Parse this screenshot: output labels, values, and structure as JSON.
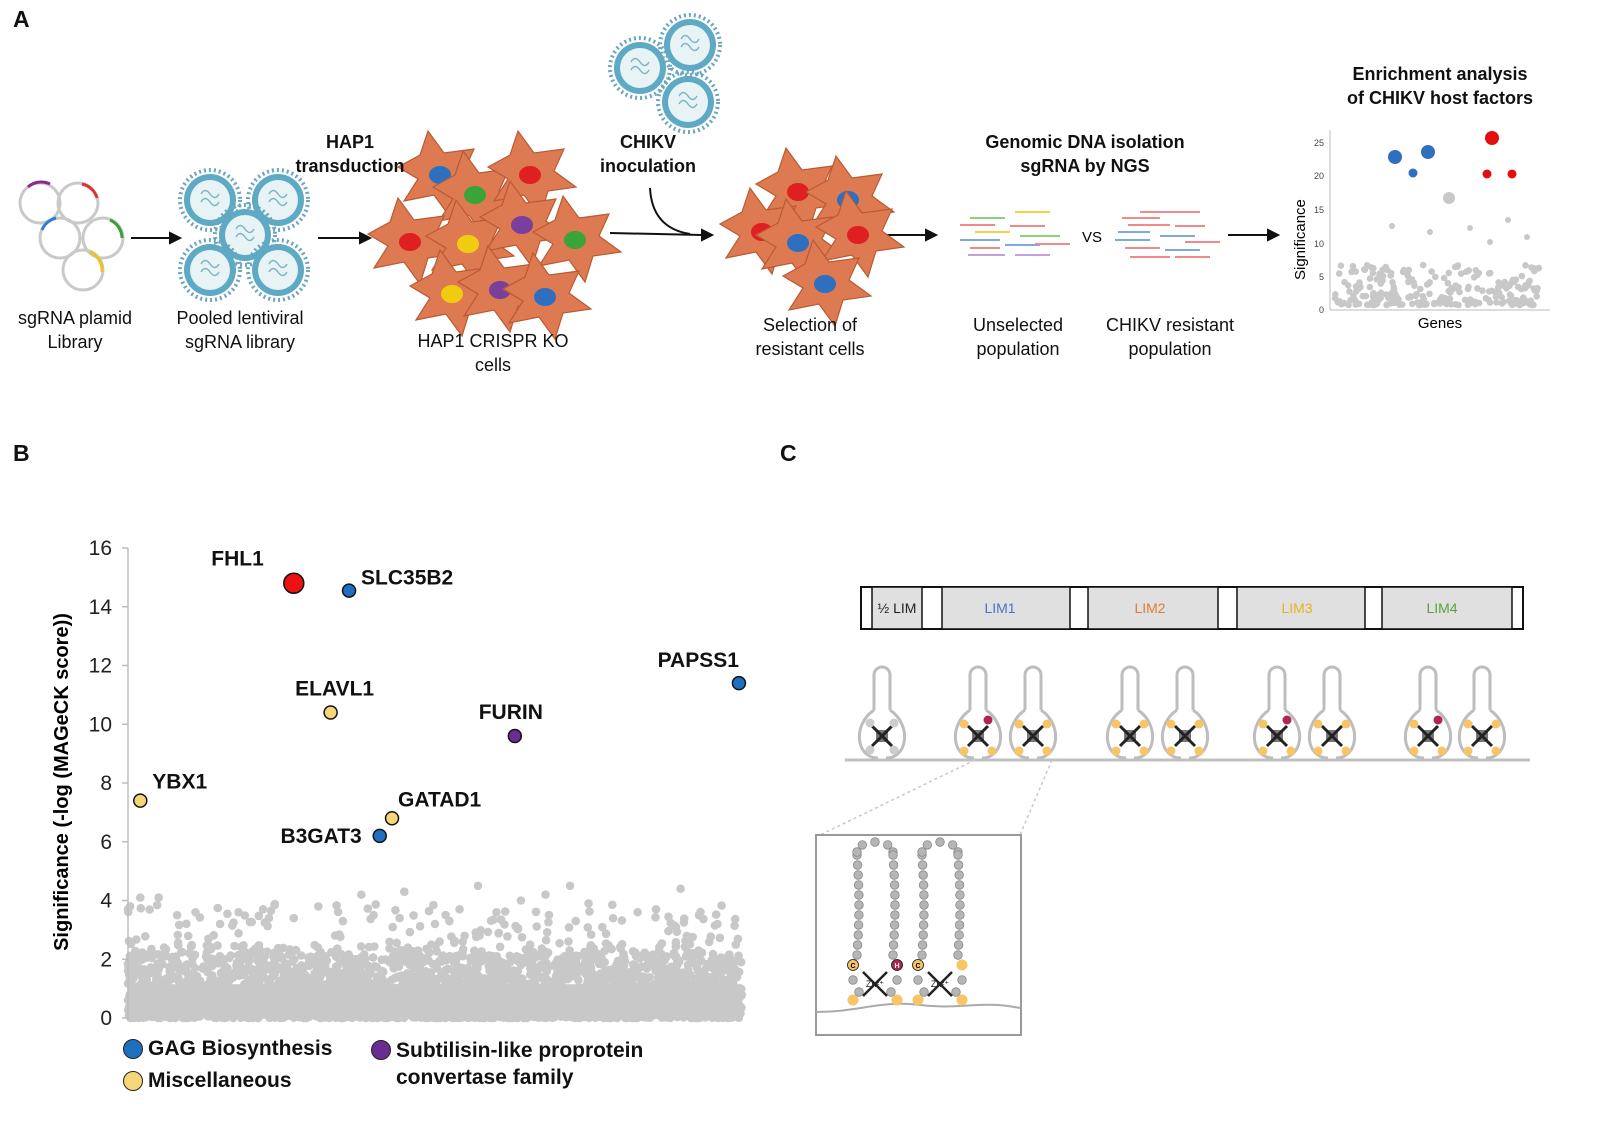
{
  "panels": {
    "a": "A",
    "b": "B",
    "c": "C"
  },
  "panel_a": {
    "plasmid_label": "sgRNA plamid\nLibrary",
    "lentiviral_label": "Pooled lentiviral\nsgRNA library",
    "transduction_label": "HAP1\ntransduction",
    "ko_cells_label": "HAP1 CRISPR KO\ncells",
    "inoculation_label": "CHIKV\ninoculation",
    "selection_label": "Selection of\nresistant cells",
    "ngs_label": "Genomic DNA isolation\nsgRNA by NGS",
    "vs_label": "VS",
    "unselected_label": "Unselected\npopulation",
    "resistant_label": "CHIKV resistant\npopulation",
    "enrichment_title": "Enrichment analysis\nof CHIKV host factors",
    "mini_chart": {
      "ylabel": "Significance",
      "xlabel": "Genes",
      "yticks": [
        "0",
        "5",
        "10",
        "15",
        "20",
        "25"
      ]
    }
  },
  "chart_data": {
    "type": "scatter",
    "ylabel": "Significance (-log (MAGeCK score))",
    "xlabel": "",
    "ylim": [
      0,
      16
    ],
    "yticks": [
      "0",
      "2",
      "4",
      "6",
      "8",
      "10",
      "12",
      "14",
      "16"
    ],
    "highlighted_genes": [
      {
        "gene": "FHL1",
        "x": 0.27,
        "y": 14.8,
        "category": "FHL1"
      },
      {
        "gene": "SLC35B2",
        "x": 0.36,
        "y": 14.55,
        "category": "GAG Biosynthesis"
      },
      {
        "gene": "PAPSS1",
        "x": 0.995,
        "y": 11.4,
        "category": "GAG Biosynthesis"
      },
      {
        "gene": "ELAVL1",
        "x": 0.33,
        "y": 10.4,
        "category": "Miscellaneous"
      },
      {
        "gene": "FURIN",
        "x": 0.63,
        "y": 9.6,
        "category": "Subtilisin-like proprotein convertase family"
      },
      {
        "gene": "YBX1",
        "x": 0.02,
        "y": 7.4,
        "category": "Miscellaneous"
      },
      {
        "gene": "GATAD1",
        "x": 0.43,
        "y": 6.8,
        "category": "Miscellaneous"
      },
      {
        "gene": "B3GAT3",
        "x": 0.41,
        "y": 6.2,
        "category": "GAG Biosynthesis"
      }
    ],
    "background_points": [
      {
        "x": 0.0,
        "y": 3.7
      },
      {
        "x": 0.02,
        "y": 4.1
      },
      {
        "x": 0.05,
        "y": 4.1
      },
      {
        "x": 0.08,
        "y": 3.5
      },
      {
        "x": 0.11,
        "y": 3.6
      },
      {
        "x": 0.15,
        "y": 3.2
      },
      {
        "x": 0.18,
        "y": 3.6
      },
      {
        "x": 0.22,
        "y": 3.7
      },
      {
        "x": 0.27,
        "y": 3.4
      },
      {
        "x": 0.31,
        "y": 3.8
      },
      {
        "x": 0.35,
        "y": 3.3
      },
      {
        "x": 0.38,
        "y": 4.2
      },
      {
        "x": 0.4,
        "y": 3.5
      },
      {
        "x": 0.45,
        "y": 4.3
      },
      {
        "x": 0.5,
        "y": 3.2
      },
      {
        "x": 0.54,
        "y": 3.7
      },
      {
        "x": 0.57,
        "y": 4.5
      },
      {
        "x": 0.6,
        "y": 3.6
      },
      {
        "x": 0.64,
        "y": 4.0
      },
      {
        "x": 0.68,
        "y": 4.2
      },
      {
        "x": 0.72,
        "y": 4.5
      },
      {
        "x": 0.75,
        "y": 3.9
      },
      {
        "x": 0.79,
        "y": 3.4
      },
      {
        "x": 0.83,
        "y": 3.6
      },
      {
        "x": 0.86,
        "y": 3.7
      },
      {
        "x": 0.9,
        "y": 4.4
      },
      {
        "x": 0.93,
        "y": 3.5
      },
      {
        "x": 0.96,
        "y": 3.2
      },
      {
        "x": 0.99,
        "y": 2.5
      }
    ],
    "background_density": "dense grey band of non-significant genes from 0 to ~2.5",
    "legend": [
      {
        "label": "GAG Biosynthesis",
        "color": "#1f6fc0"
      },
      {
        "label": "Subtilisin-like proprotein\nconvertase family",
        "color": "#6a2c91"
      },
      {
        "label": "Miscellaneous",
        "color": "#f7d67a"
      }
    ],
    "colors": {
      "fhl1": "#ee1111",
      "background": "#c8c8c8"
    }
  },
  "panel_c": {
    "domains": [
      {
        "label": "½ LIM",
        "color": "#222222"
      },
      {
        "label": "LIM1",
        "color": "#4a72c4"
      },
      {
        "label": "LIM2",
        "color": "#e37b2f"
      },
      {
        "label": "LIM3",
        "color": "#e8b31a"
      },
      {
        "label": "LIM4",
        "color": "#5aa23a"
      }
    ],
    "zinc_label": "Zn²⁺",
    "cys_label": "C",
    "his_label": "H"
  }
}
